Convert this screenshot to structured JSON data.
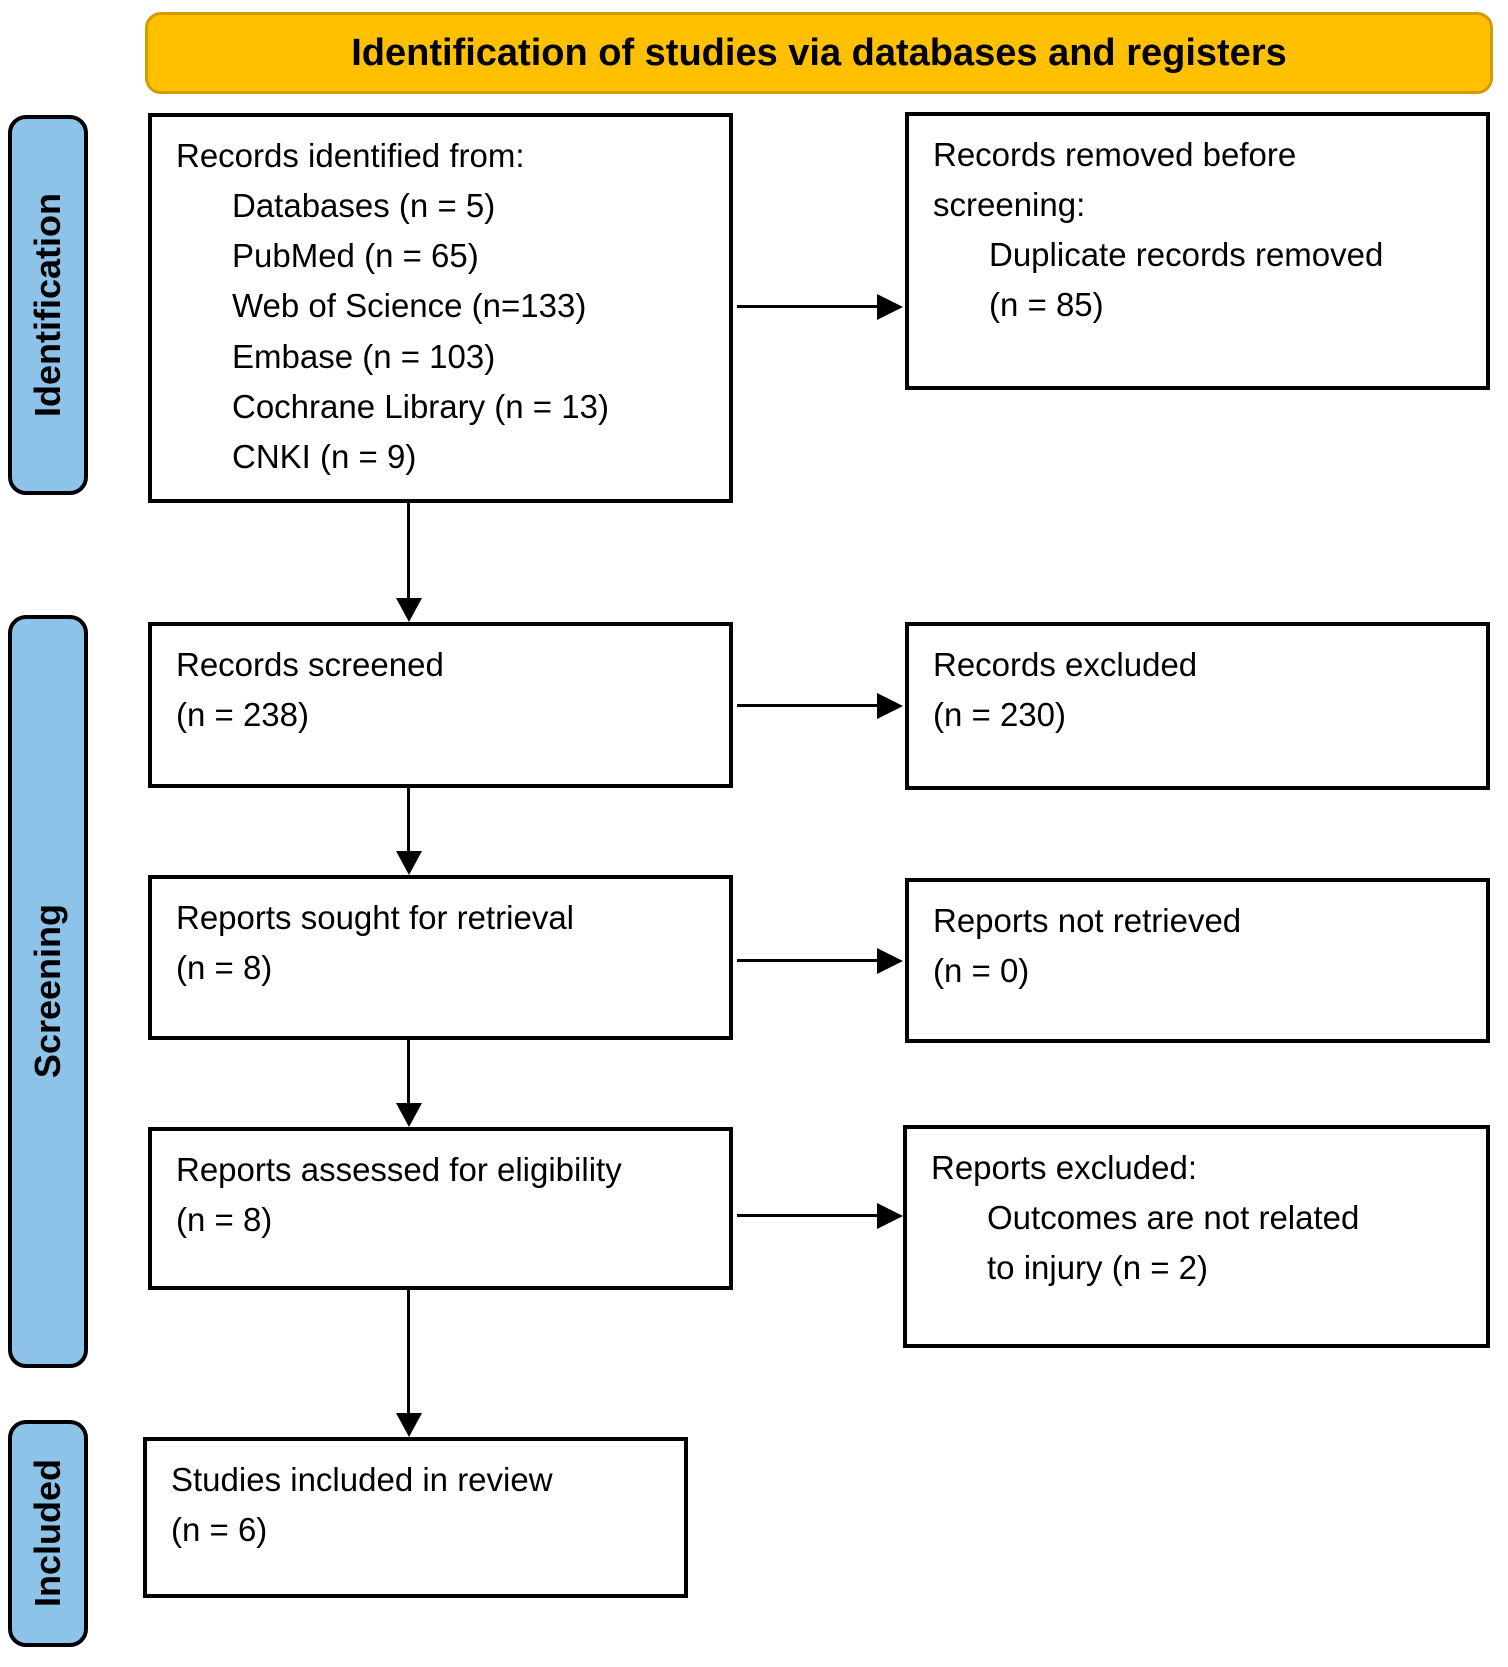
{
  "header": {
    "title": "Identification of studies via databases and registers"
  },
  "colors": {
    "banner_fill": "#FFC000",
    "banner_border": "#D49A00",
    "stage_fill": "#8DC3E8",
    "box_border": "#000000"
  },
  "stages": {
    "identification": "Identification",
    "screening": "Screening",
    "included": "Included"
  },
  "boxes": {
    "records_identified": {
      "lines": [
        "Records identified from:",
        "Databases (n = 5)",
        "PubMed (n = 65)",
        "Web of Science (n=133)",
        "Embase (n = 103)",
        "Cochrane Library (n = 13)",
        "CNKI (n = 9)"
      ]
    },
    "records_removed": {
      "lines": [
        "Records removed before",
        "screening:",
        "Duplicate records removed",
        "(n = 85)"
      ]
    },
    "records_screened": {
      "lines": [
        "Records screened",
        "(n = 238)"
      ]
    },
    "records_excluded": {
      "lines": [
        "Records excluded",
        "(n = 230)"
      ]
    },
    "reports_sought": {
      "lines": [
        "Reports sought for retrieval",
        "(n = 8)"
      ]
    },
    "reports_not_retrieved": {
      "lines": [
        "Reports not retrieved",
        "(n = 0)"
      ]
    },
    "reports_assessed": {
      "lines": [
        "Reports assessed for eligibility",
        "(n = 8)"
      ]
    },
    "reports_excluded": {
      "lines": [
        "Reports excluded:",
        "Outcomes are not related",
        "to injury (n = 2)"
      ]
    },
    "studies_included": {
      "lines": [
        "Studies included in review",
        "(n = 6)"
      ]
    }
  }
}
